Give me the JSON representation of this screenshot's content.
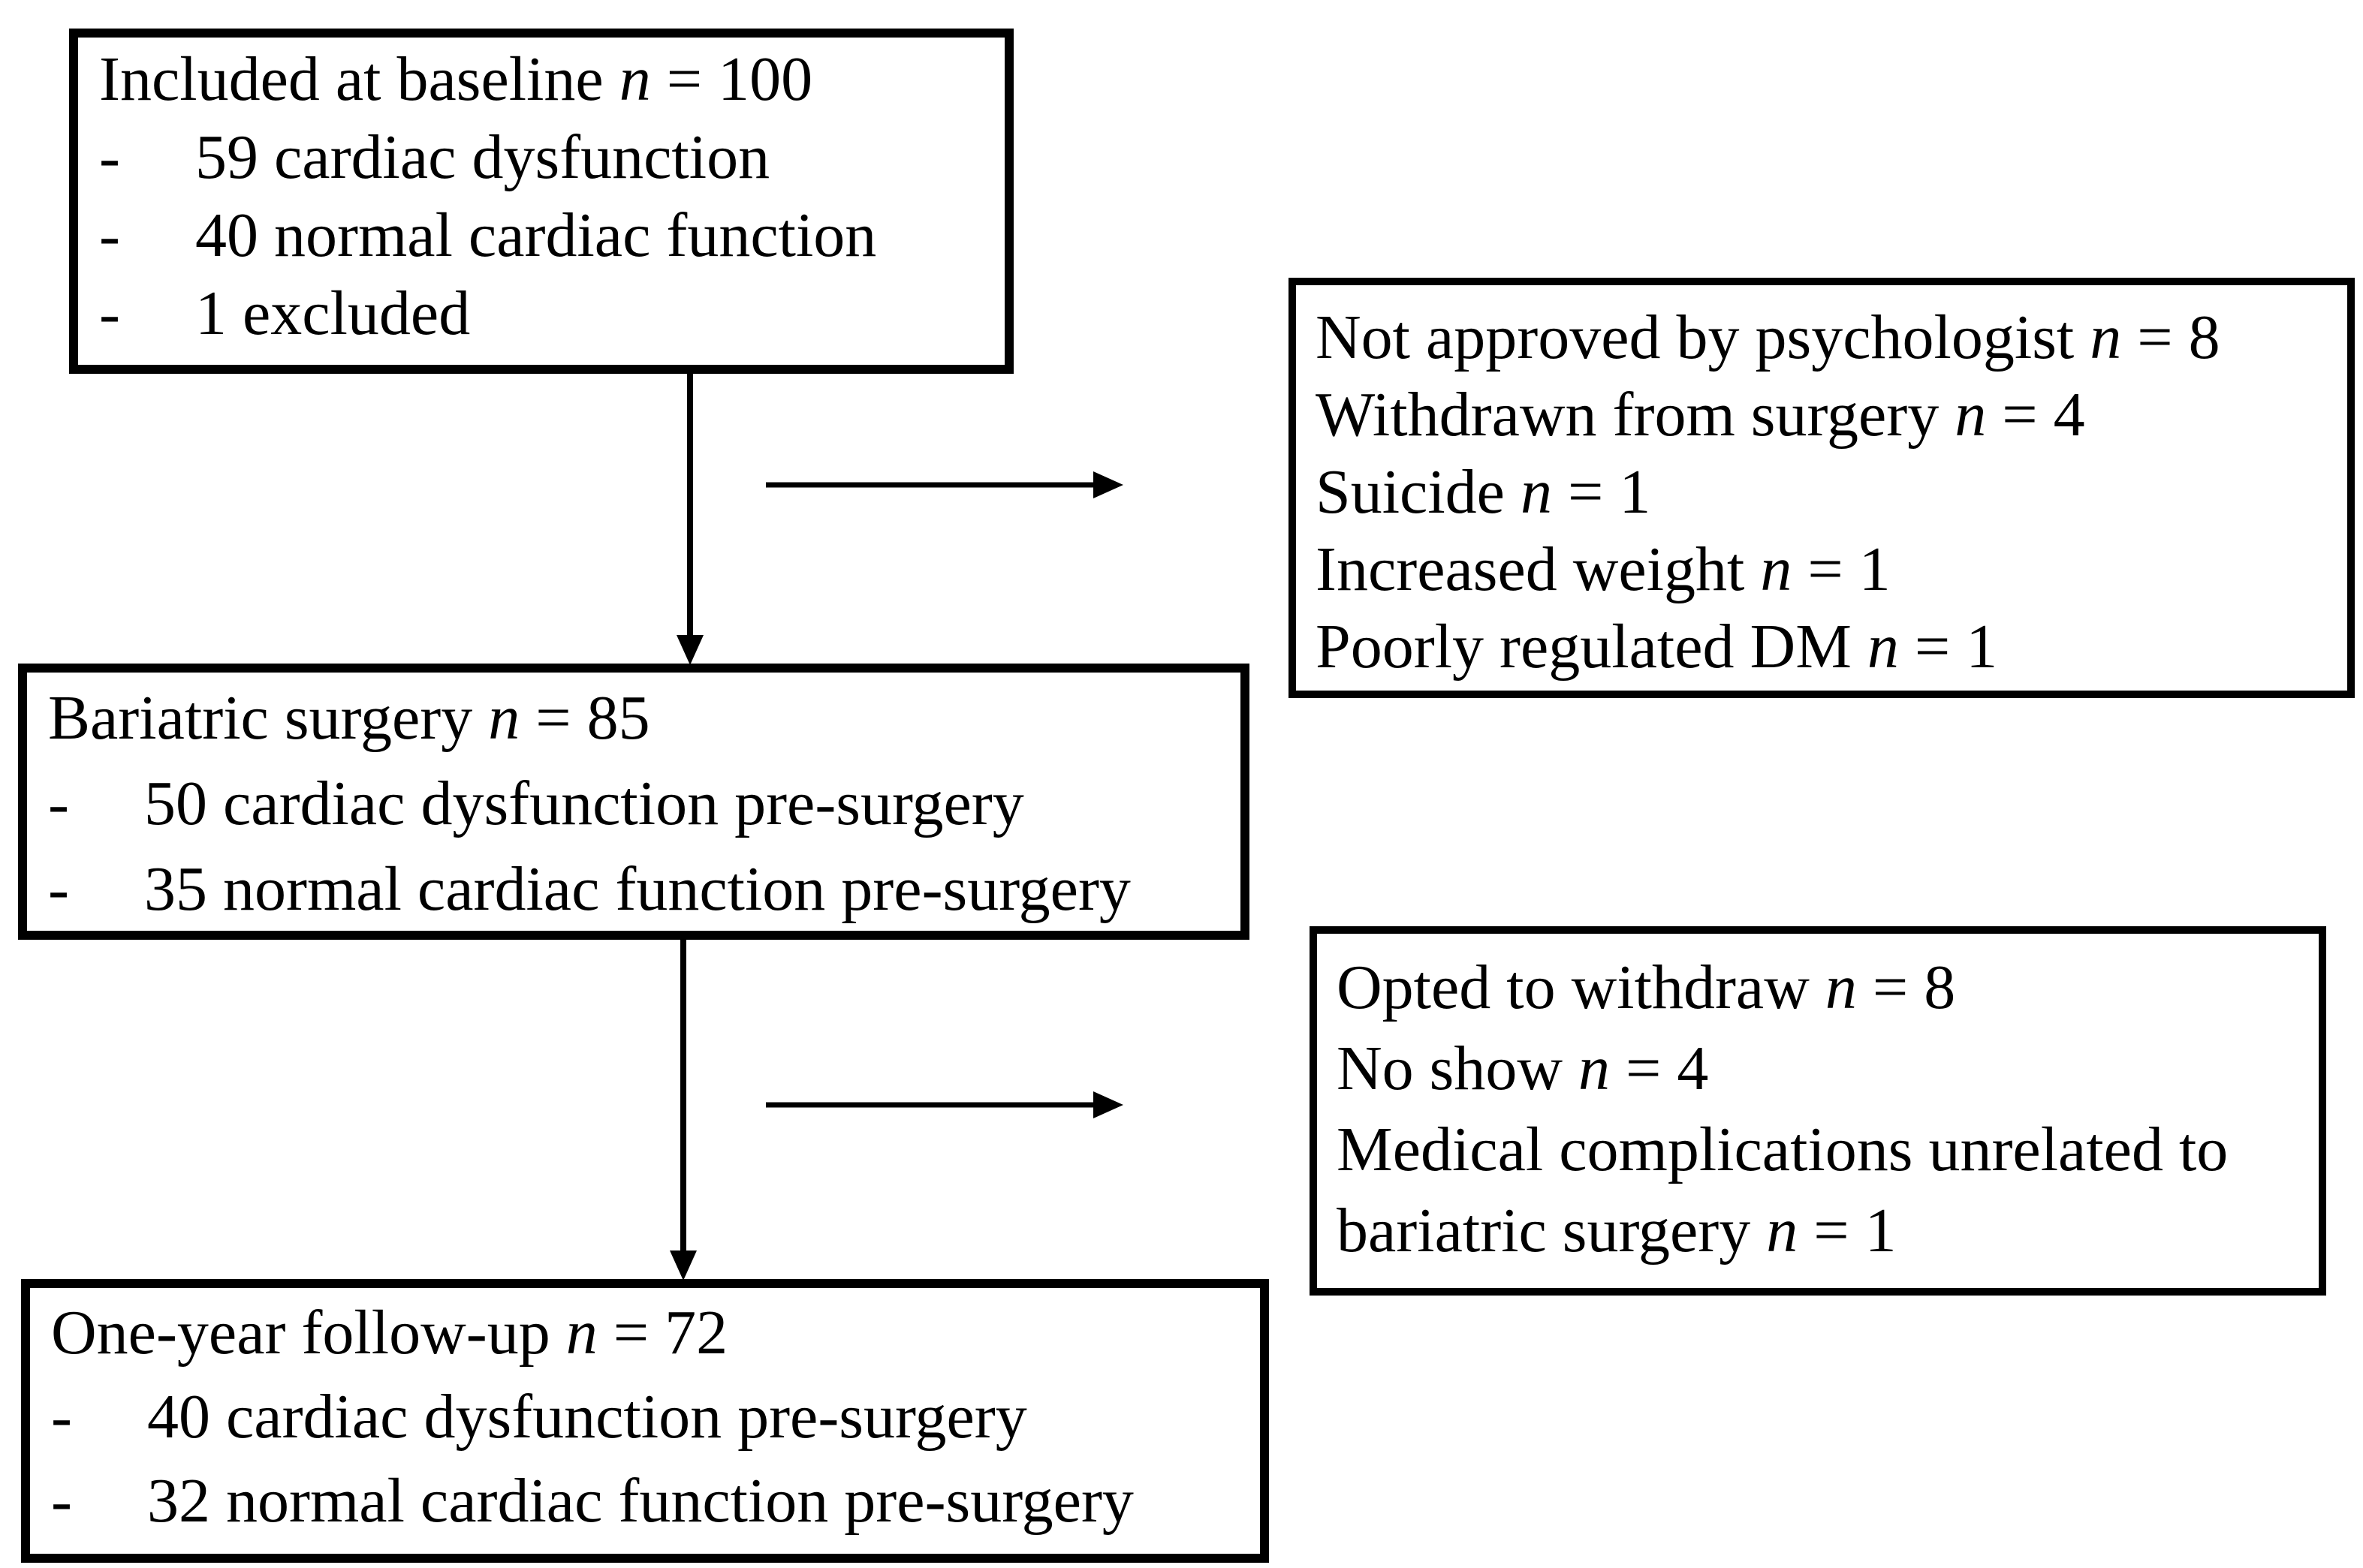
{
  "glyphs": {
    "dash": "-"
  },
  "colors": {
    "line": "#000000",
    "text": "#000000",
    "background": "#ffffff"
  },
  "flow": {
    "baseline": {
      "title": {
        "pre": "Included at baseline ",
        "n": "n",
        "post": " = 100"
      },
      "bullets": [
        "59 cardiac dysfunction",
        "40 normal cardiac function",
        "1 excluded"
      ]
    },
    "dropout1": {
      "lines": [
        {
          "pre": "Not approved by psychologist ",
          "n": "n",
          "post": " = 8"
        },
        {
          "pre": "Withdrawn from surgery ",
          "n": "n",
          "post": " = 4"
        },
        {
          "pre": "Suicide ",
          "n": "n",
          "post": " = 1"
        },
        {
          "pre": "Increased weight ",
          "n": "n",
          "post": " = 1"
        },
        {
          "pre": "Poorly regulated DM ",
          "n": "n",
          "post": " = 1"
        }
      ]
    },
    "surgery": {
      "title": {
        "pre": "Bariatric surgery ",
        "n": "n",
        "post": " = 85"
      },
      "bullets": [
        "50 cardiac dysfunction pre-surgery",
        "35 normal cardiac function pre-surgery"
      ]
    },
    "dropout2": {
      "lines": [
        {
          "pre": "Opted to withdraw ",
          "n": "n",
          "post": " = 8"
        },
        {
          "pre": "No show ",
          "n": "n",
          "post": " = 4"
        },
        {
          "pre": "Medical complications unrelated to"
        },
        {
          "pre": "bariatric surgery ",
          "n": "n",
          "post": " = 1"
        }
      ]
    },
    "followup": {
      "title": {
        "pre": "One-year follow-up ",
        "n": "n",
        "post": " = 72"
      },
      "bullets": [
        "40 cardiac dysfunction pre-surgery",
        "32 normal cardiac function pre-surgery"
      ]
    }
  }
}
